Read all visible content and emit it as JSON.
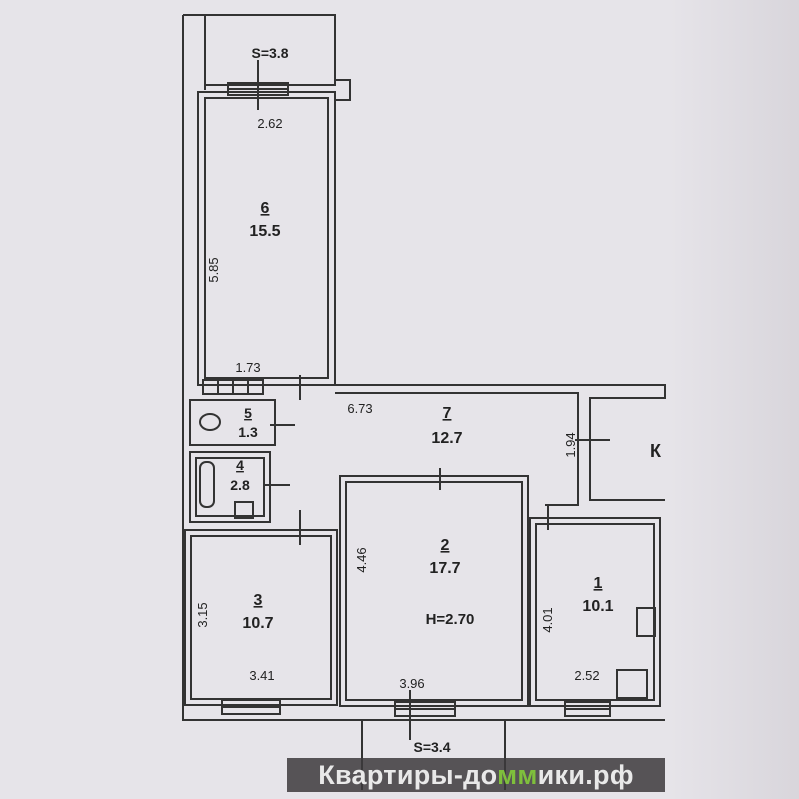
{
  "plan": {
    "balcony_top": {
      "area": "S=3.8"
    },
    "balcony_bottom": {
      "area": "S=3.4"
    },
    "rooms": [
      {
        "number": "1",
        "area": "10.1",
        "dims": [
          "4.01",
          "2.52"
        ]
      },
      {
        "number": "2",
        "area": "17.7",
        "dims": [
          "4.46",
          "3.96"
        ],
        "height": "H=2.70"
      },
      {
        "number": "3",
        "area": "10.7",
        "dims": [
          "3.15",
          "3.41"
        ]
      },
      {
        "number": "4",
        "area": "2.8",
        "dims": []
      },
      {
        "number": "5",
        "area": "1.3",
        "dims": []
      },
      {
        "number": "6",
        "area": "15.5",
        "dims": [
          "5.85",
          "1.73"
        ]
      },
      {
        "number": "7",
        "area": "12.7",
        "dims": [
          "6.73",
          "1.94"
        ]
      }
    ],
    "room6_top_width": "2.62",
    "stair_label": "К"
  },
  "watermark": {
    "before": "Квартиры-до",
    "logo": "мм",
    "after": "ики.рф",
    "logo_color": "#7fbf3c"
  }
}
